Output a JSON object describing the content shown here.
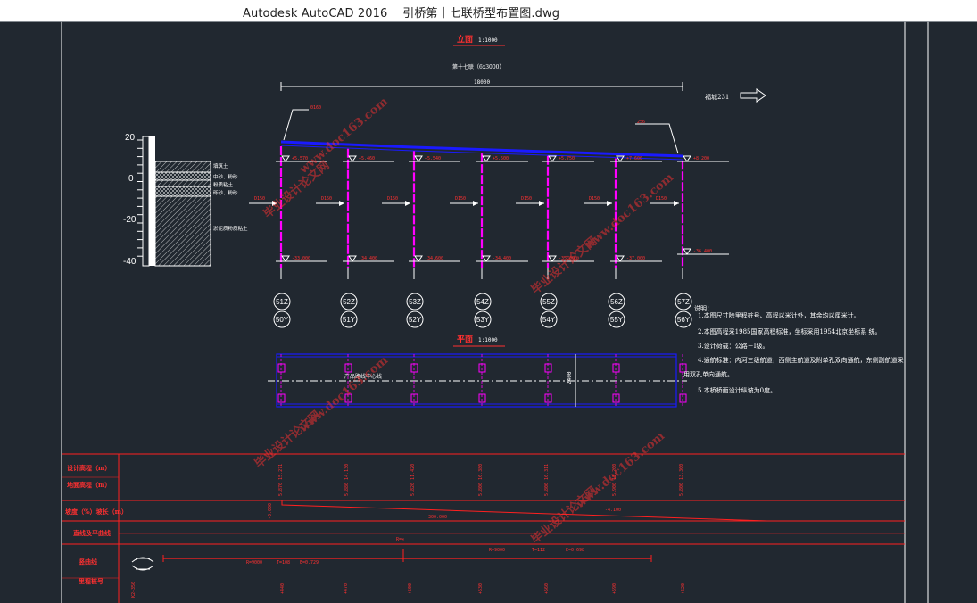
{
  "window": {
    "app": "Autodesk AutoCAD 2016",
    "file": "引桥第十七联桥型布置图.dwg"
  },
  "colors": {
    "background": "#212830",
    "frame": "#ffffff",
    "pier": "#ff00ff",
    "deck": "#0000ff",
    "annotation": "#ff3030",
    "table_line": "#ff2020"
  },
  "elevation": {
    "title": "立面",
    "scale": "1:1000",
    "span_title": "第十七联（6x3000）",
    "total_length": "18000",
    "direction_label": "福城231",
    "left_tag": "0160",
    "right_tag": "256",
    "scale_ticks": [
      "20",
      "0",
      "-20",
      "-40"
    ],
    "soil_labels": [
      "填筑土",
      "中砂、粉砂",
      "粉质粘土",
      "砾砂、粉砂",
      "淤泥质粉质粘土"
    ],
    "top_elevations": [
      "+5.570",
      "+5.460",
      "+5.540",
      "+5.500",
      "+5.750",
      "+7.600",
      "+8.200"
    ],
    "pile_labels": [
      "D150",
      "D150",
      "D150",
      "D150",
      "D150",
      "D150",
      "D150"
    ],
    "bottom_elevations": [
      "-33.000",
      "-34.400",
      "-34.600",
      "-34.400",
      "-35.000",
      "-37.000",
      "-36.400"
    ],
    "piers_top": [
      "51Z",
      "52Z",
      "53Z",
      "54Z",
      "55Z",
      "56Z",
      "57Z"
    ],
    "piers_bottom": [
      "50Y",
      "51Y",
      "52Y",
      "53Y",
      "54Y",
      "55Y",
      "56Y"
    ]
  },
  "plan": {
    "title": "平面",
    "scale": "1:1000",
    "centerline_label": "产品路线中心线",
    "width_label": "2400"
  },
  "notes": {
    "heading": "说明：",
    "items": [
      "1.本图尺寸除里程桩号、高程以米计外，其余均以厘米计。",
      "2.本图高程采1985国家高程标准，坐标采用1954北京坐标系 统。",
      "3.设计荷载：公路－Ⅰ级。",
      "4.通航标准：内河三级航道，西侧主航道及附单孔双向通航，东侧副航道采",
      "用双孔单向通航。",
      "5.本桥桥面设计纵坡为0度。"
    ]
  },
  "profile_table": {
    "row_labels": [
      "设计高程（m）",
      "地面高程（m）",
      "坡度（%）坡长（m）",
      "直线及平曲线",
      "竖曲线",
      "里程桩号"
    ],
    "station_values": [
      "5.870 15.271",
      "5.880 14.130",
      "5.820 11.420",
      "5.800 10.380",
      "5.800 10.311",
      "5.900 15.200",
      "5.800 13.300"
    ],
    "grade_values": [
      "-0.000",
      "300.000",
      "-4.100"
    ],
    "curve_label": "R=∞",
    "vertical_curve_left": [
      "R=9000",
      "T=108",
      "E=0.729"
    ],
    "vertical_curve_right": [
      "R=9000",
      "T=112",
      "E=0.698"
    ],
    "chainage_values": [
      "K2+350",
      "+440",
      "+470",
      "+500",
      "+530",
      "+560",
      "+590",
      "+620"
    ]
  },
  "watermarks": [
    "毕业设计论文网",
    "www.doc163.com"
  ]
}
